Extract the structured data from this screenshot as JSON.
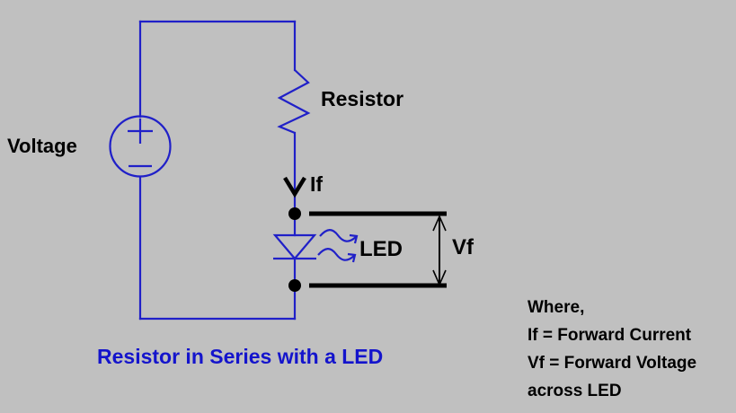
{
  "figure": {
    "background_color": "#c0c0c0",
    "wire_color": "#2020c8",
    "annotation_color": "#000000",
    "caption_color": "#1414cc",
    "caption": "Resistor in Series with a LED"
  },
  "components": {
    "voltage_source": {
      "label": "Voltage",
      "plus_sign": "+",
      "minus_sign": "−"
    },
    "resistor": {
      "label": "Resistor"
    },
    "led": {
      "label": "LED"
    }
  },
  "annotations": {
    "current": {
      "label": "If"
    },
    "voltage_drop": {
      "label": "Vf"
    }
  },
  "legend": {
    "heading": "Where,",
    "lines": [
      "If = Forward Current",
      "Vf = Forward Voltage",
      "across LED"
    ],
    "line_1": "If = Forward Current",
    "line_2": "Vf = Forward Voltage",
    "line_3": "across LED"
  }
}
